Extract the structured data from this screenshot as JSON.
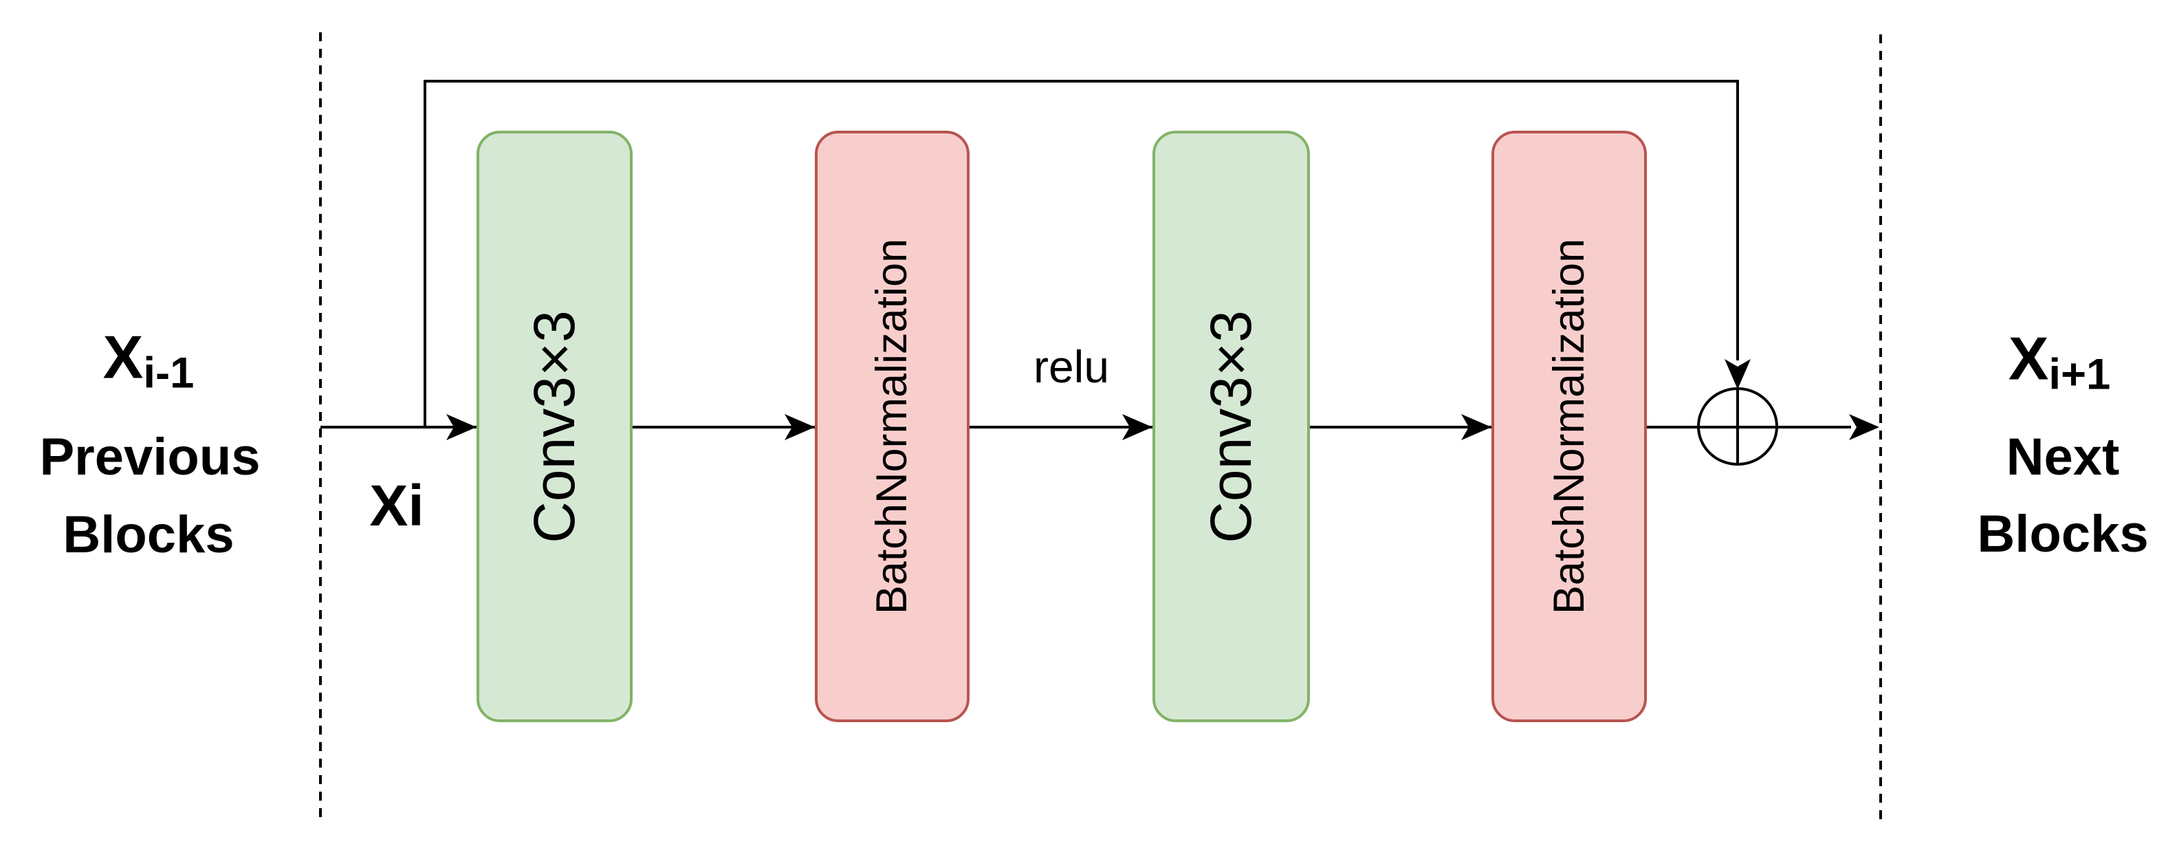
{
  "diagram": {
    "left_annotation": {
      "symbol_base": "X",
      "symbol_sub": "i-1",
      "line1": "Previous",
      "line2": "Blocks"
    },
    "input_label": "Xi",
    "activation_label": "relu",
    "right_annotation": {
      "symbol_base": "X",
      "symbol_sub": "i+1",
      "line1": "Next",
      "line2": "Blocks"
    },
    "blocks": [
      {
        "id": "conv1",
        "kind": "conv",
        "label": "Conv3×3"
      },
      {
        "id": "bn1",
        "kind": "batchnorm",
        "label": "BatchNormalization"
      },
      {
        "id": "conv2",
        "kind": "conv",
        "label": "Conv3×3"
      },
      {
        "id": "bn2",
        "kind": "batchnorm",
        "label": "BatchNormalization"
      }
    ],
    "sum_node_symbol": "⊕",
    "colors": {
      "background": "#ffffff",
      "text": "#000000",
      "line": "#000000",
      "conv_fill": "#d5e8d4",
      "conv_border": "#82b366",
      "batchnorm_fill": "#f8cecc",
      "batchnorm_border": "#b85450"
    }
  }
}
